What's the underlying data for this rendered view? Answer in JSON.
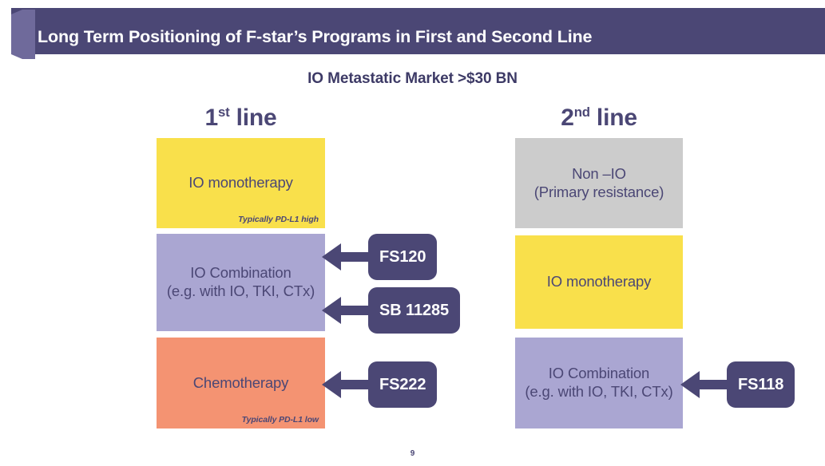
{
  "slide": {
    "title": "Long Term Positioning of F-star’s Programs in First and Second Line",
    "subtitle": "IO Metastatic Market >$30 BN",
    "page_number": "9",
    "colors": {
      "header_purple": "#4b4775",
      "header_accent": "#6f6a9b",
      "yellow": "#f9e04b",
      "lilac": "#aaa6d2",
      "salmon": "#f49372",
      "grey": "#cccccc",
      "text_purple": "#4b4775"
    }
  },
  "columns": [
    {
      "heading_main": "1",
      "heading_sup": "st",
      "heading_rest": " line",
      "boxes": [
        {
          "label": "IO monotherapy",
          "note": "Typically  PD-L1 high",
          "color": "yellow"
        },
        {
          "label": "IO Combination\n(e.g. with IO, TKI, CTx)",
          "note": "",
          "color": "lilac"
        },
        {
          "label": "Chemotherapy",
          "note": "Typically  PD-L1 low",
          "color": "salmon"
        }
      ]
    },
    {
      "heading_main": "2",
      "heading_sup": "nd",
      "heading_rest": " line",
      "boxes": [
        {
          "label": "Non –IO\n(Primary resistance)",
          "note": "",
          "color": "grey"
        },
        {
          "label": "IO monotherapy",
          "note": "",
          "color": "yellow"
        },
        {
          "label": "IO Combination\n(e.g. with IO, TKI, CTx)",
          "note": "",
          "color": "lilac"
        }
      ]
    }
  ],
  "programs": [
    {
      "name": "FS120",
      "target": "1st line IO Combination"
    },
    {
      "name": "SB 11285",
      "target": "1st line IO Combination"
    },
    {
      "name": "FS222",
      "target": "1st line Chemotherapy"
    },
    {
      "name": "FS118",
      "target": "2nd line IO Combination"
    }
  ]
}
